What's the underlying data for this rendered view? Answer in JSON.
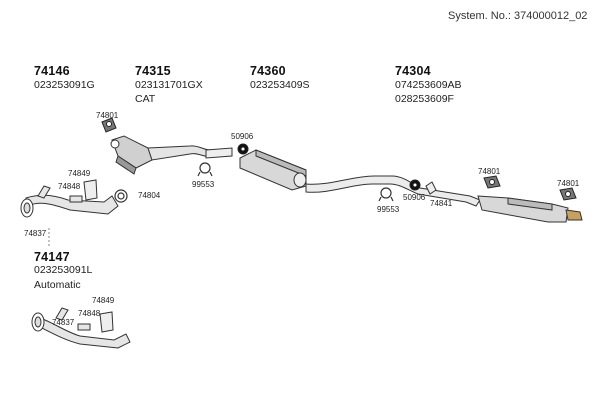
{
  "header": {
    "system_number": "System. No.: 374000012_02"
  },
  "groups": {
    "g74146": {
      "id": "74146",
      "codes": [
        "023253091G"
      ]
    },
    "g74315": {
      "id": "74315",
      "codes": [
        "023131701GX"
      ],
      "note": "CAT"
    },
    "g74360": {
      "id": "74360",
      "codes": [
        "023253409S"
      ]
    },
    "g74304": {
      "id": "74304",
      "codes": [
        "074253609AB",
        "028253609F"
      ]
    },
    "g74147": {
      "id": "74147",
      "codes": [
        "023253091L"
      ],
      "note": "Automatic"
    }
  },
  "parts": {
    "p74801a": "74801",
    "p74849": "74849",
    "p74848": "74848",
    "p74804": "74804",
    "p74837": "74837",
    "p99553a": "99553",
    "p50906a": "50906",
    "p99553b": "99553",
    "p50906b": "50906",
    "p74841": "74841",
    "p74801b": "74801",
    "p74801c": "74801",
    "p74849b": "74849",
    "p74837b": "74837",
    "p74848b": "74848"
  }
}
